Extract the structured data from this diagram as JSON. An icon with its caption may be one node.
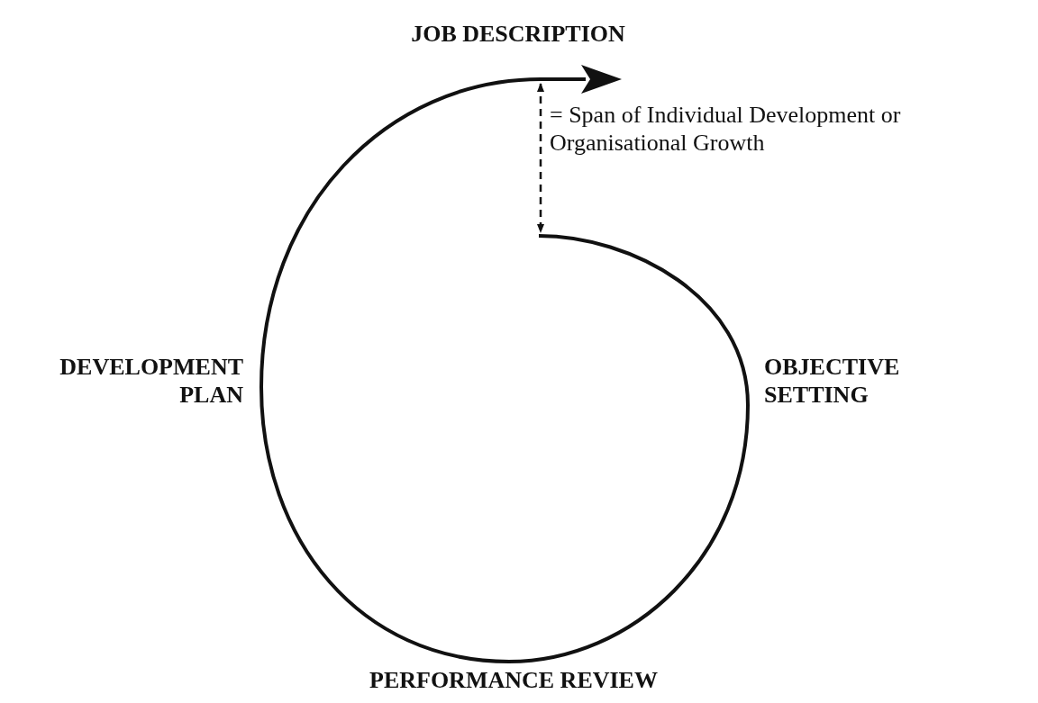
{
  "diagram": {
    "labels": [
      "JOB DESCRIPTION",
      "= Span of Individual Development or Organisational Growth",
      "DEVELOPMENT PLAN",
      "OBJECTIVE SETTING",
      "PERFORMANCE REVIEW"
    ]
  }
}
